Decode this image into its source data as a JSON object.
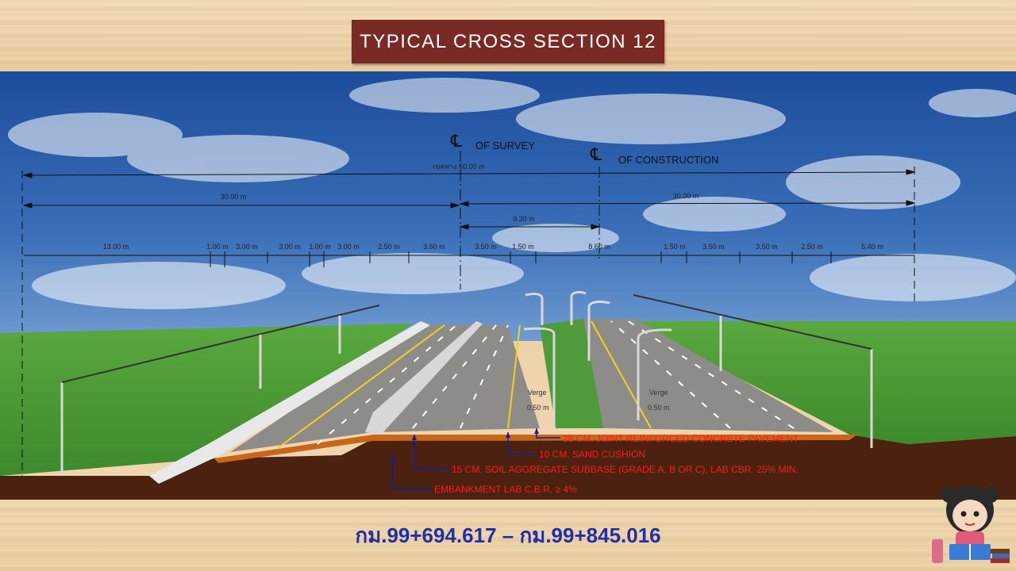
{
  "title": "TYPICAL  CROSS  SECTION 12",
  "centerlines": {
    "survey": "OF SURVEY",
    "construction": "OF CONSTRUCTION",
    "symbol": "℄"
  },
  "dimensions": {
    "overall": "เขตทาง 60.00 m",
    "left_half": "30.00 m",
    "right_half": "30.00 m",
    "offset": "9.30 m",
    "segments": [
      "13.00 m",
      "1.00 m",
      "3.00 m",
      "3.00 m",
      "1.00 m",
      "3.00 m",
      "2.50 m",
      "3.50 m",
      "3.50 m",
      "1.50 m",
      "8.60 m",
      "1.50 m",
      "3.50 m",
      "3.50 m",
      "2.50 m",
      "5.40 m"
    ]
  },
  "labels": {
    "verge_left": "Verge",
    "verge_right": "Verge",
    "verge_left_dim": "0.50 m",
    "verge_right_dim": "0.50 m"
  },
  "layers": [
    "28 CM.  JOINT REINFORCED CONCRETE PAVEMENT",
    "10 CM. SAND CUSHION",
    "15 CM. SOIL AGGREGATE SUBBASE (GRADE A, B OR C), LAB CBR. 25% MIN.",
    "EMBANKMENT LAB C.B.R. ≥ 4%"
  ],
  "station_range": "กม.99+694.617 – กม.99+845.016",
  "colors": {
    "title_bg": "#7a2a24",
    "layer_text": "#ff1a1a",
    "leader": "#1a1aa0",
    "station_text": "#1f2fa8",
    "sky": "#2a5aa8",
    "grass": "#4f9a3a",
    "soil": "#4a220f"
  }
}
